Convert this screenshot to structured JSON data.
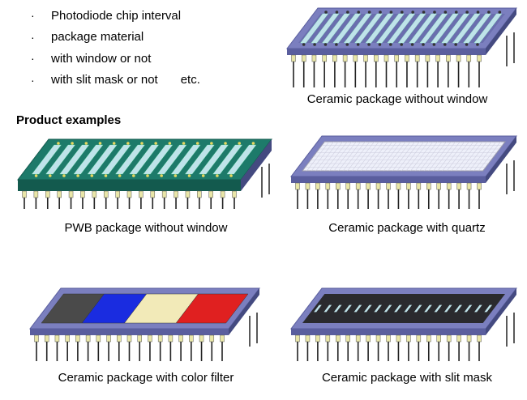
{
  "bullets": [
    "Photodiode chip interval",
    "package material",
    "with window or not",
    "with slit mask or not"
  ],
  "bullet_suffix": "etc.",
  "heading": "Product examples",
  "products": [
    {
      "caption": "Ceramic package without window",
      "type": "ceramic-window-less"
    },
    {
      "caption": "PWB package without window",
      "type": "pwb"
    },
    {
      "caption": "Ceramic package with quartz",
      "type": "quartz"
    },
    {
      "caption": "Ceramic package with color filter",
      "type": "color"
    },
    {
      "caption": "Ceramic package with slit mask",
      "type": "slit"
    }
  ],
  "colors": {
    "ceramic": "#7b7fbf",
    "ceramic_dark": "#5a5e9e",
    "pwb": "#1d7a6a",
    "pin": "#e9e6a8",
    "stripe": "#bfe3ea",
    "filters": [
      "#4a4a4a",
      "#1a2ce0",
      "#f2eab8",
      "#e02020"
    ],
    "mask": "#2a2a2e"
  }
}
